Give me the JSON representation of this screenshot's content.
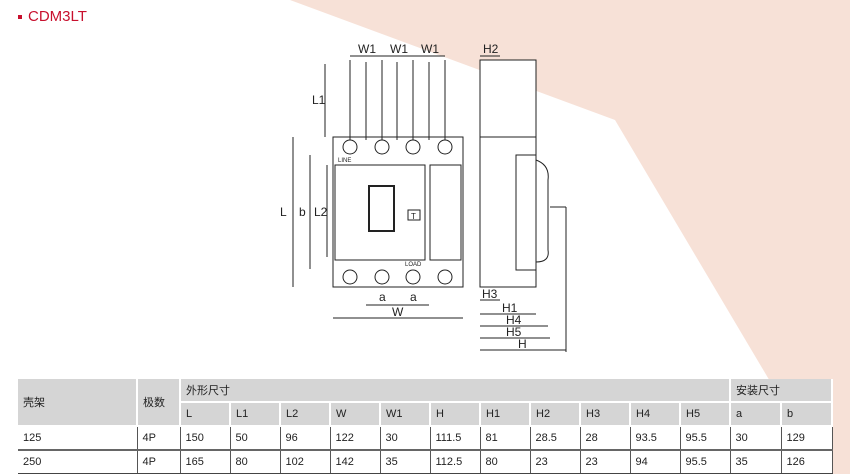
{
  "title": "CDM3LT",
  "colors": {
    "accent": "#c8102e",
    "band": "#f7e1d7",
    "header": "#d5d5d5"
  },
  "diagram": {
    "W1": "W1",
    "H2": "H2",
    "L1": "L1",
    "L": "L",
    "b": "b",
    "L2": "L2",
    "a": "a",
    "W": "W",
    "H3": "H3",
    "H1": "H1",
    "H4": "H4",
    "H5": "H5",
    "H": "H",
    "line": "LINE",
    "load": "LOAD",
    "test": "T"
  },
  "table": {
    "col_frame": "壳架",
    "col_poles": "极数",
    "group_outline": "外形尺寸",
    "group_mount": "安装尺寸",
    "sub": [
      "L",
      "L1",
      "L2",
      "W",
      "W1",
      "H",
      "H1",
      "H2",
      "H3",
      "H4",
      "H5",
      "a",
      "b"
    ],
    "rows": [
      [
        "125",
        "4P",
        "150",
        "50",
        "96",
        "122",
        "30",
        "111.5",
        "81",
        "28.5",
        "28",
        "93.5",
        "95.5",
        "30",
        "129"
      ],
      [
        "250",
        "4P",
        "165",
        "80",
        "102",
        "142",
        "35",
        "112.5",
        "80",
        "23",
        "23",
        "94",
        "95.5",
        "35",
        "126"
      ]
    ]
  }
}
